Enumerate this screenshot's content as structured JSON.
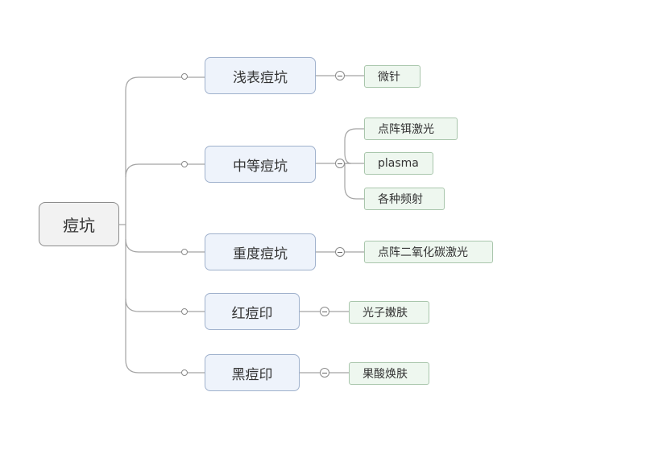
{
  "root": {
    "label": "痘坑"
  },
  "topics": [
    {
      "label": "浅表痘坑",
      "children": [
        "微针"
      ]
    },
    {
      "label": "中等痘坑",
      "children": [
        "点阵铒激光",
        "plasma",
        "各种频射"
      ]
    },
    {
      "label": "重度痘坑",
      "children": [
        "点阵二氧化碳激光"
      ]
    },
    {
      "label": "红痘印",
      "children": [
        "光子嫩肤"
      ]
    },
    {
      "label": "黑痘印",
      "children": [
        "果酸焕肤"
      ]
    }
  ]
}
